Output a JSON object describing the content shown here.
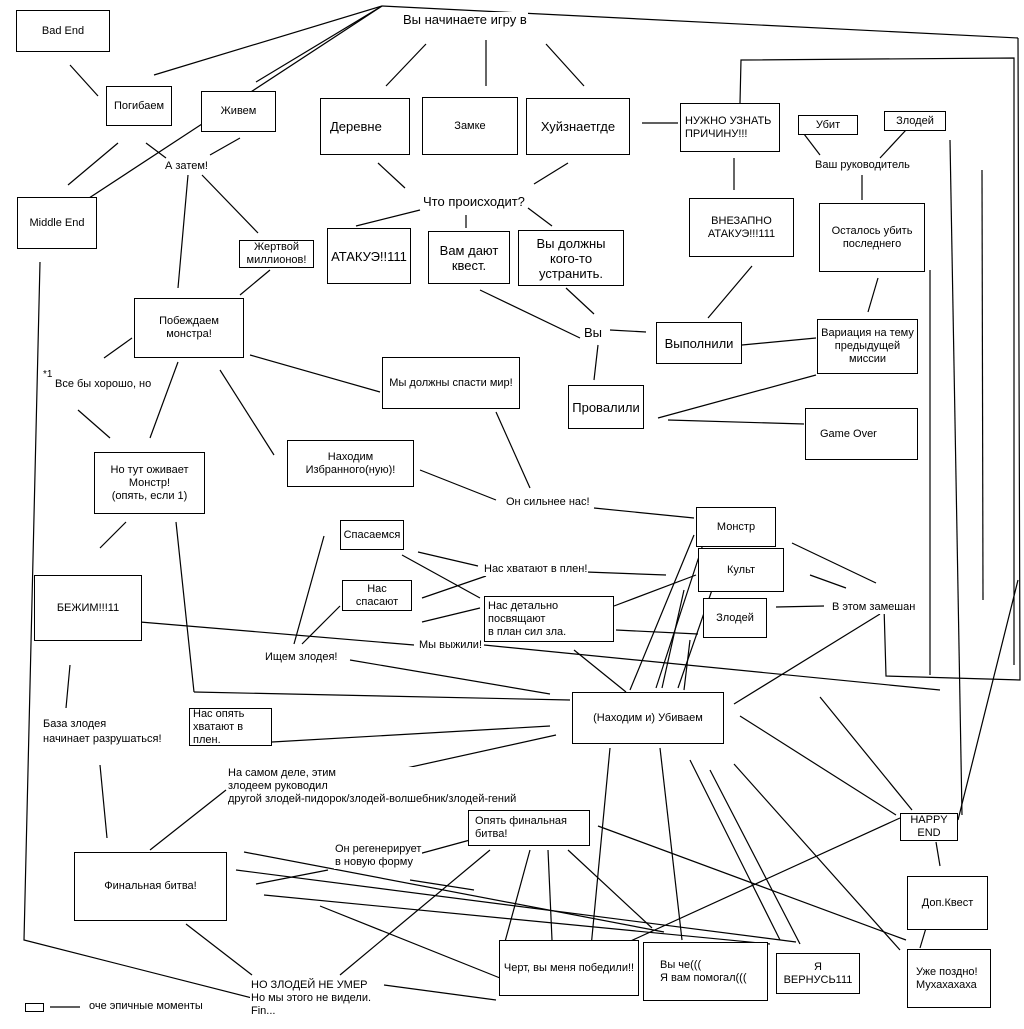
{
  "start": "Вы начинаете игру в",
  "ends": {
    "bad": "Bad End",
    "middle": "Middle End",
    "happy": "HAPPY\nEND"
  },
  "nodes": {
    "die": "Погибаем",
    "live": "Живем",
    "and_then": "А затем!",
    "victims": "Жертвой\nмиллионов!",
    "beat_monster": "Побеждаем монстра!",
    "all_good": "Все бы хорошо, но",
    "footnote_mark": "*1",
    "monster_revives": "Но тут оживает Монстр!\n(опять, если 1)",
    "run": "БЕЖИМ!!!11",
    "base_collapses": "База злодея\nначинает разрушаться!",
    "village": "Деревне",
    "castle": "Замке",
    "nowhere": "Хуйзнаетгде",
    "what_happens": "Что происходит?",
    "attack": "АТАКУЭ!!111",
    "quest": "Вам дают\nквест.",
    "eliminate": "Вы должны\nкого-то устранить.",
    "you": "Вы",
    "done": "Выполнили",
    "failed": "Провалили",
    "need_reason": "НУЖНО УЗНАТЬ\nПРИЧИНУ!!!",
    "sudden_attack": "ВНЕЗАПНО\nАТАКУЭ!!!111",
    "killed": "Убит",
    "villain_top": "Злодей",
    "your_boss": "Ваш руководитель",
    "one_left": "Осталось убить\nпоследнего",
    "variation": "Вариация на тему\nпредыдущей миссии",
    "game_over": "Game Over",
    "save_world": "Мы должны спасти мир!",
    "chosen_one": "Находим Избранного(ную)!",
    "stronger": "Он сильнее нас!",
    "monster": "Монстр",
    "cult": "Культ",
    "villain": "Злодей",
    "involved": "В этом замешан",
    "escape": "Спасаемся",
    "rescued": "Нас спасают",
    "captured": "Нас хватают в плен!",
    "briefed": "Нас детально посвящают\nв план сил зла.",
    "seek_villain": "Ищем злодея!",
    "survived": "Мы выжили!",
    "find_kill": "(Находим и) Убиваем",
    "captured_again": "Нас опять\nхватают в плен.",
    "actually": "На самом деле, этим\nзлодеем руководил\nдругой злодей-пидорок/злодей-волшебник/злодей-гений",
    "final_again": "Опять финальная\nбитва!",
    "regenerates": "Он регенерирует\nв новую форму",
    "final_battle": "Финальная битва!",
    "not_dead": "НО ЗЛОДЕЙ НЕ УМЕР\nНо мы этого не видели.\nFin...",
    "you_won": "Черт, вы меня победили!!",
    "you_helped": "Вы че(((\nЯ вам помогал(((",
    "ill_be_back": "Я ВЕРНУСЬ111",
    "extra_quest": "Доп.Квест",
    "too_late": "Уже поздно!\nМухахахаха"
  },
  "legend": {
    "label": "оче эпичные моменты"
  }
}
